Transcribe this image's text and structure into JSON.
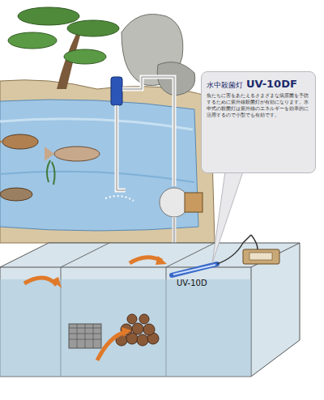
{
  "diagram": {
    "nodes": [
      {
        "text": [
          "水中殺菌灯",
          "UV-10DF",
          "魚たちに害をあたえるさまざまな病原菌を予防するために紫外線殺菌灯が有効になります。水中式の殺菌灯は紫外線のエネルギーを効率的に活用するので小型でも有効です。"
        ]
      }
    ],
    "labels": [
      "UV-10D"
    ]
  }
}
